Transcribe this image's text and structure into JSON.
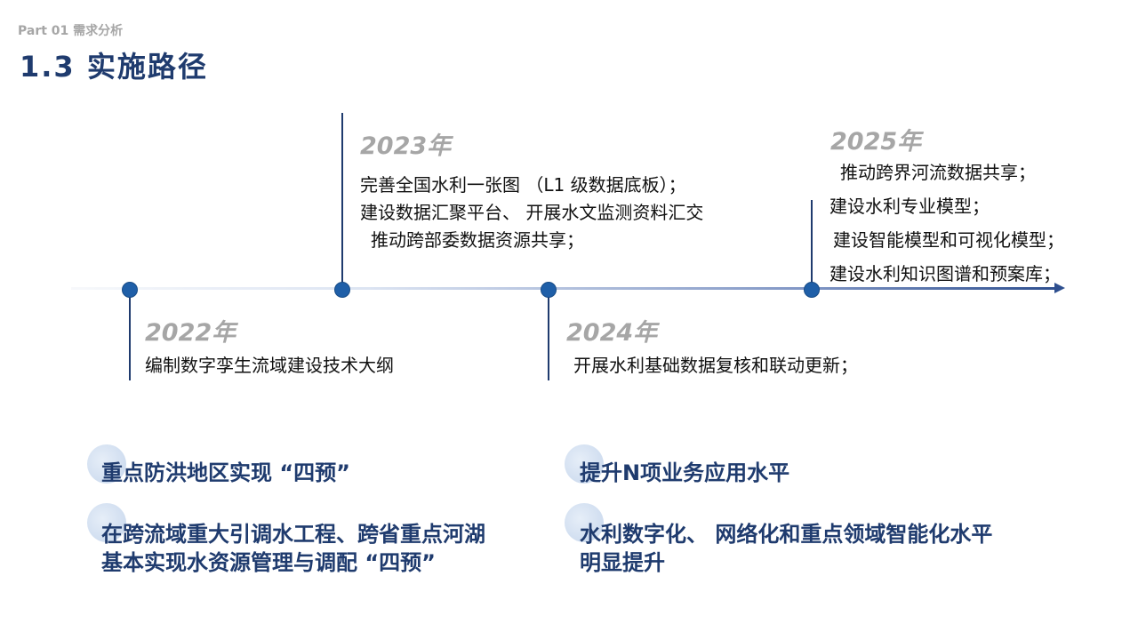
{
  "header": {
    "part": "Part 01 需求分析",
    "title": "1.3 实施路径"
  },
  "timeline": {
    "y2022": {
      "year": "2022年",
      "lines": [
        "编制数字孪生流域建设技术大纲"
      ]
    },
    "y2023": {
      "year": "2023年",
      "lines": [
        "完善全国水利一张图 （L1 级数据底板）；",
        "建设数据汇聚平台、 开展水文监测资料汇交",
        "推动跨部委数据资源共享；"
      ]
    },
    "y2024": {
      "year": "2024年",
      "lines": [
        "开展水利基础数据复核和联动更新；"
      ]
    },
    "y2025": {
      "year": "2025年",
      "lines": [
        "推动跨界河流数据共享；",
        "建设水利专业模型；",
        "建设智能模型和可视化模型；",
        "建设水利知识图谱和预案库；"
      ]
    }
  },
  "goals": {
    "left": [
      {
        "lines": [
          "重点防洪地区实现 “四预”"
        ]
      },
      {
        "lines": [
          "在跨流域重大引调水工程、跨省重点河湖",
          "基本实现水资源管理与调配 “四预”"
        ]
      }
    ],
    "right": [
      {
        "lines": [
          "提升N项业务应用水平"
        ]
      },
      {
        "lines": [
          "水利数字化、 网络化和重点领域智能化水平",
          "明显提升"
        ]
      }
    ]
  }
}
